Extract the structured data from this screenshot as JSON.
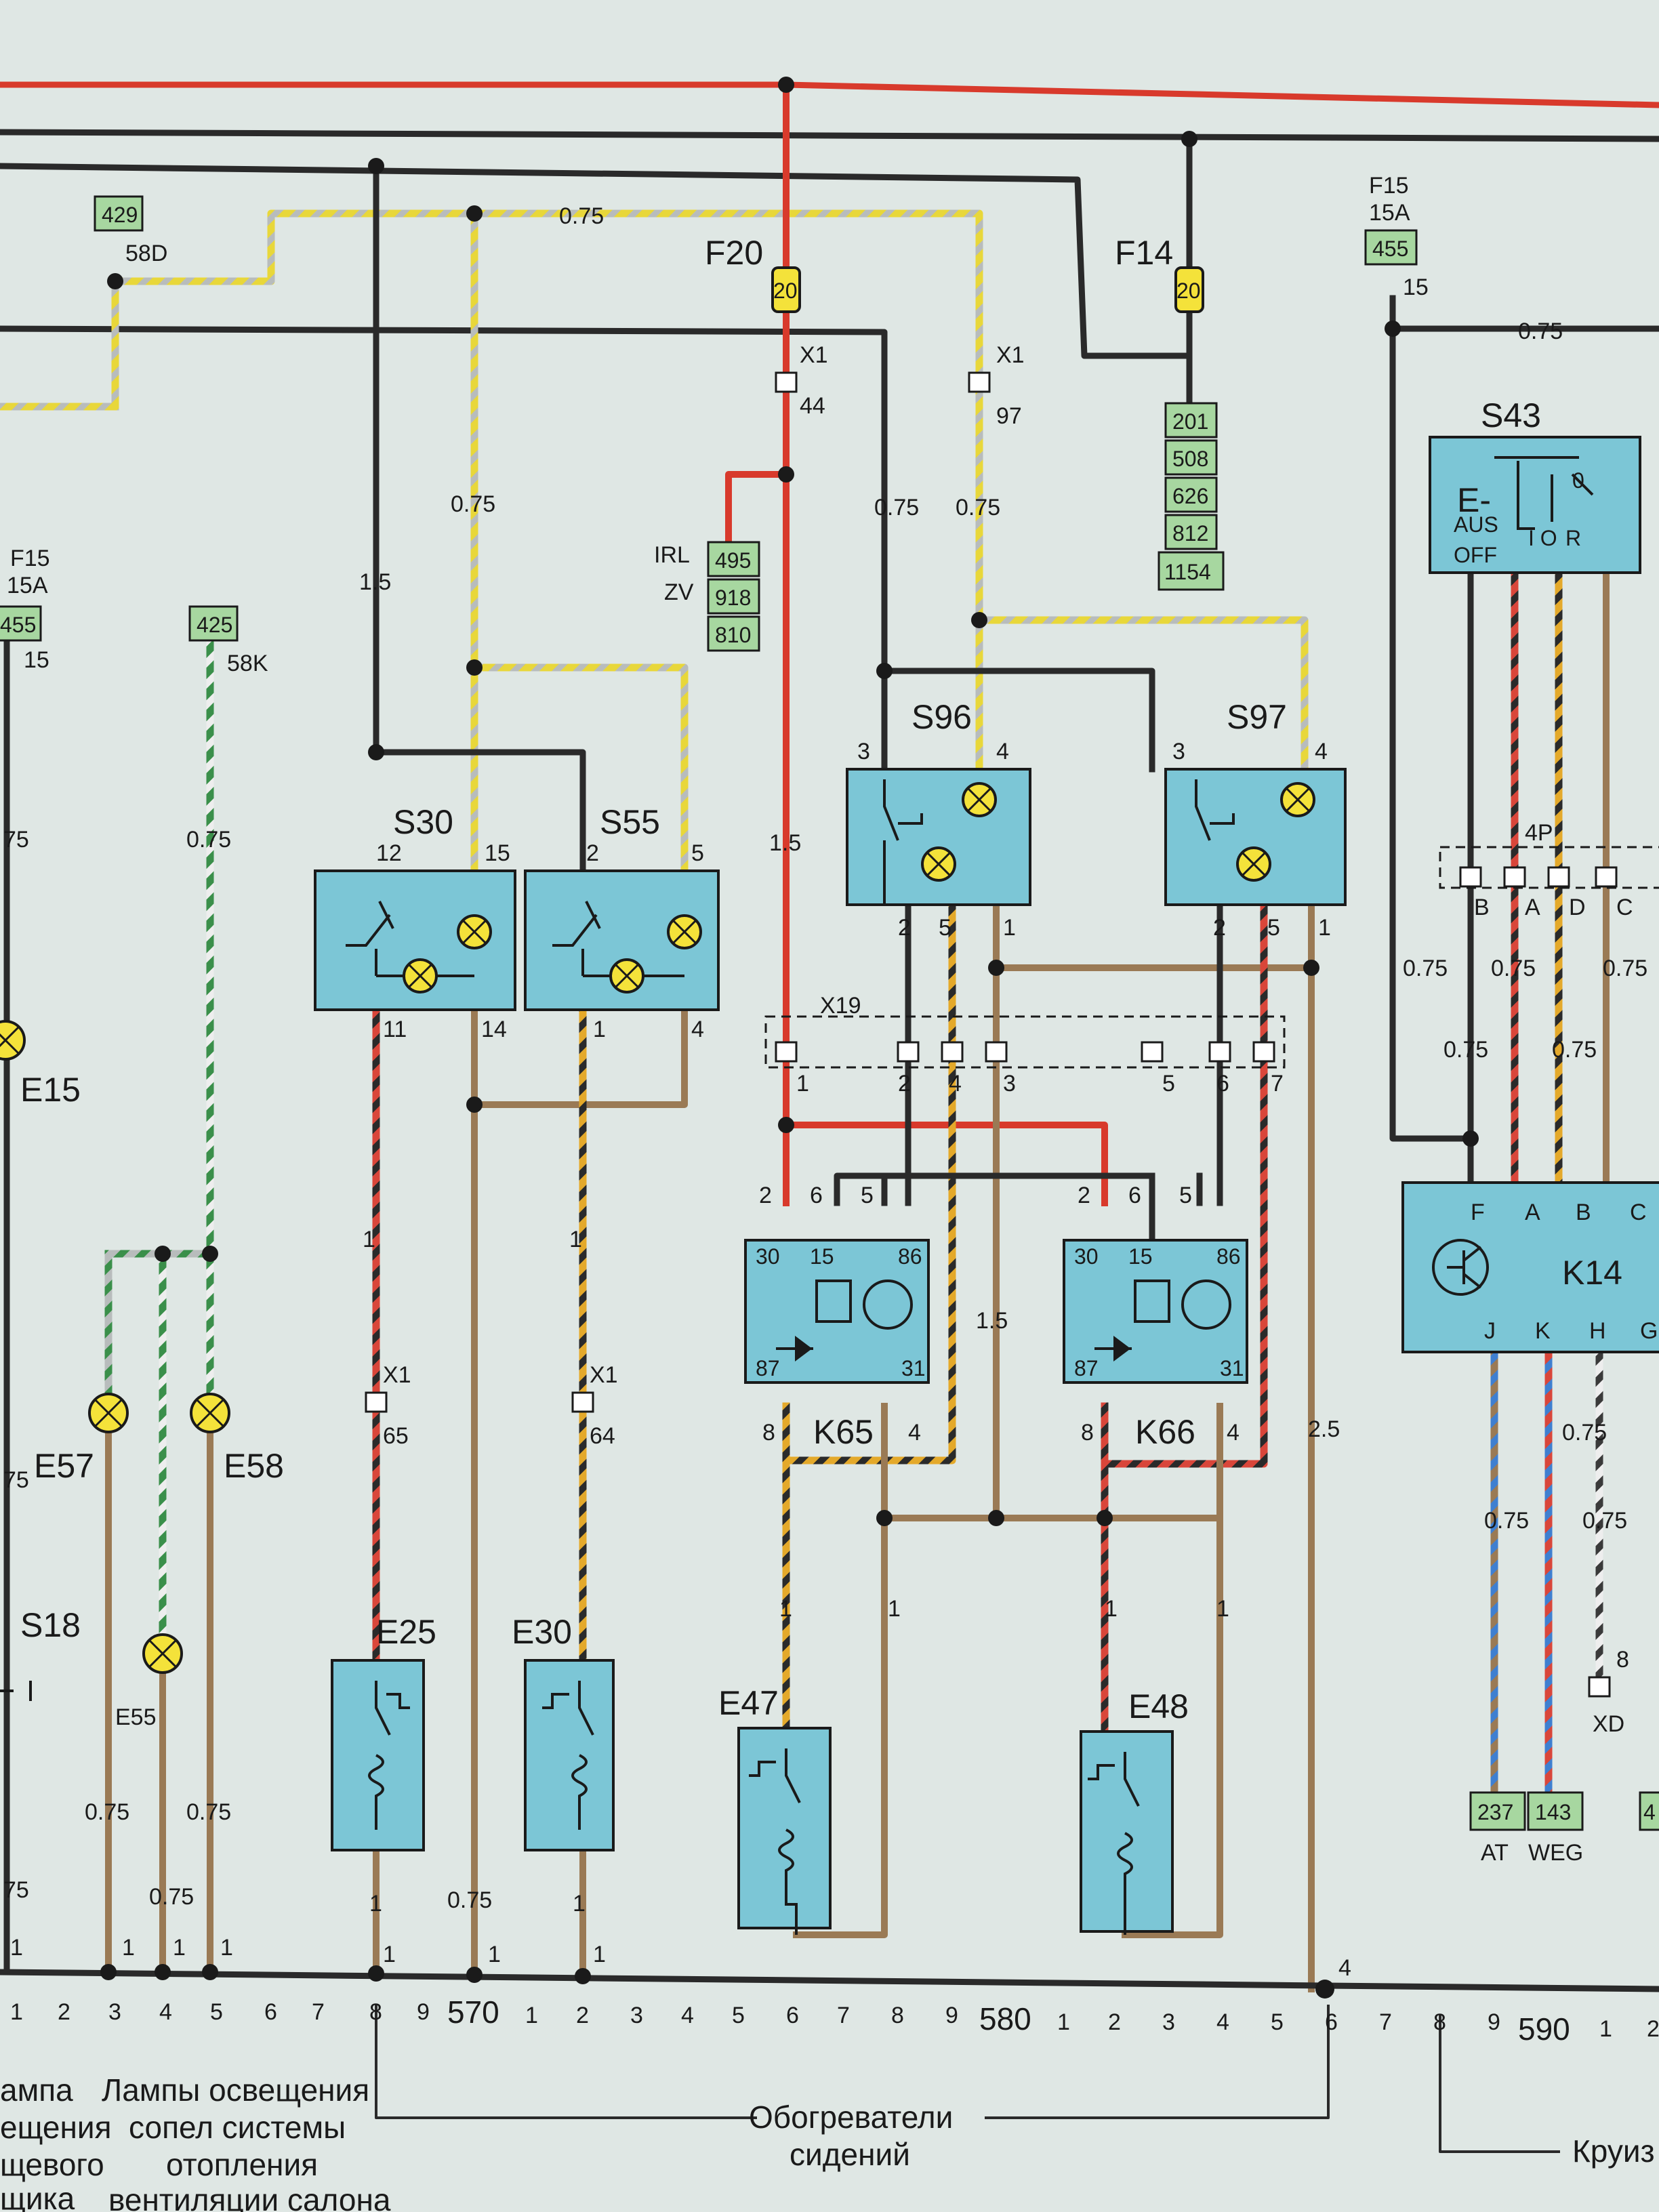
{
  "components": {
    "F20": "F20",
    "F20_rating": "20",
    "F14": "F14",
    "F14_rating": "20",
    "F15_right": "F15",
    "F15_right_rating": "15A",
    "F15_right_pin": "15",
    "F15_left": "F15",
    "F15_left_rating": "15A",
    "F15_left_pin": "15",
    "S30": "S30",
    "S55": "S55",
    "S96": "S96",
    "S97": "S97",
    "S43": "S43",
    "S18": "S18",
    "K65": "K65",
    "K66": "K66",
    "K14": "K14",
    "E15": "E15",
    "E57": "E57",
    "E58": "E58",
    "E55": "E55",
    "E25": "E25",
    "E30": "E30",
    "E47": "E47",
    "E48": "E48",
    "X19": "X19",
    "X1": "X1",
    "p4P": "4P",
    "XD": "XD",
    "IRL": "IRL",
    "ZV": "ZV",
    "AT": "AT",
    "WEG": "WEG",
    "p58D": "58D",
    "p58K": "58K"
  },
  "s43": {
    "e": "E-",
    "aus": "AUS",
    "off": "OFF",
    "zero": "0",
    "io": "I O",
    "r": "R"
  },
  "k14_pins_top": [
    "F",
    "A",
    "B",
    "C"
  ],
  "k14_pins_bottom": [
    "J",
    "K",
    "H",
    "G"
  ],
  "tags": {
    "t429": "429",
    "t425": "425",
    "t455a": "455",
    "t455b": "455",
    "t495": "495",
    "t918": "918",
    "t810": "810",
    "t201": "201",
    "t508": "508",
    "t626": "626",
    "t812": "812",
    "t1154": "1154",
    "t237": "237",
    "t143": "143",
    "t4x": "4"
  },
  "pins": {
    "s30_12": "12",
    "s30_15": "15",
    "s30_11": "11",
    "s30_14": "14",
    "s55_2": "2",
    "s55_5": "5",
    "s55_1": "1",
    "s55_4": "4",
    "s96_3": "3",
    "s96_4": "4",
    "s96_2": "2",
    "s96_5": "5",
    "s96_1": "1",
    "s97_3": "3",
    "s97_4": "4",
    "s97_2": "2",
    "s97_5": "5",
    "s97_1": "1",
    "x19": [
      "1",
      "2",
      "4",
      "3",
      "5",
      "6",
      "7"
    ],
    "k65_top": [
      "2",
      "6",
      "5"
    ],
    "k66_top": [
      "2",
      "6",
      "5"
    ],
    "relay_30": "30",
    "relay_15": "15",
    "relay_86": "86",
    "relay_87": "87",
    "relay_31": "31",
    "k65_8": "8",
    "k65_4": "4",
    "k66_8": "8",
    "k66_4": "4",
    "x1_44": "44",
    "x1_97": "97",
    "x1_65": "65",
    "x1_64": "64",
    "p4P": [
      "B",
      "A",
      "D",
      "C"
    ],
    "xd_8": "8",
    "bus_4": "4"
  },
  "wires": {
    "w075": "0.75",
    "w15": "1.5",
    "w1": "1",
    "w25": "2.5",
    "w75": "75",
    "w5": "5"
  },
  "bus_numbers": [
    "1",
    "2",
    "3",
    "4",
    "5",
    "6",
    "7",
    "8",
    "9",
    "570",
    "1",
    "2",
    "3",
    "4",
    "5",
    "6",
    "7",
    "8",
    "9",
    "580",
    "1",
    "2",
    "3",
    "4",
    "5",
    "6",
    "7",
    "8",
    "9",
    "590",
    "1",
    "2"
  ],
  "captions": {
    "left_a": "ампа",
    "left_b": "ещения",
    "left_c": "щевого",
    "left_d": "щика",
    "mid_a": "Лампы освещения",
    "mid_b": "сопел системы",
    "mid_c": "отопления",
    "mid_d": "вентиляции салона",
    "seat_1": "Обогреватели",
    "seat_2": "сидений",
    "right": "Круиз"
  }
}
